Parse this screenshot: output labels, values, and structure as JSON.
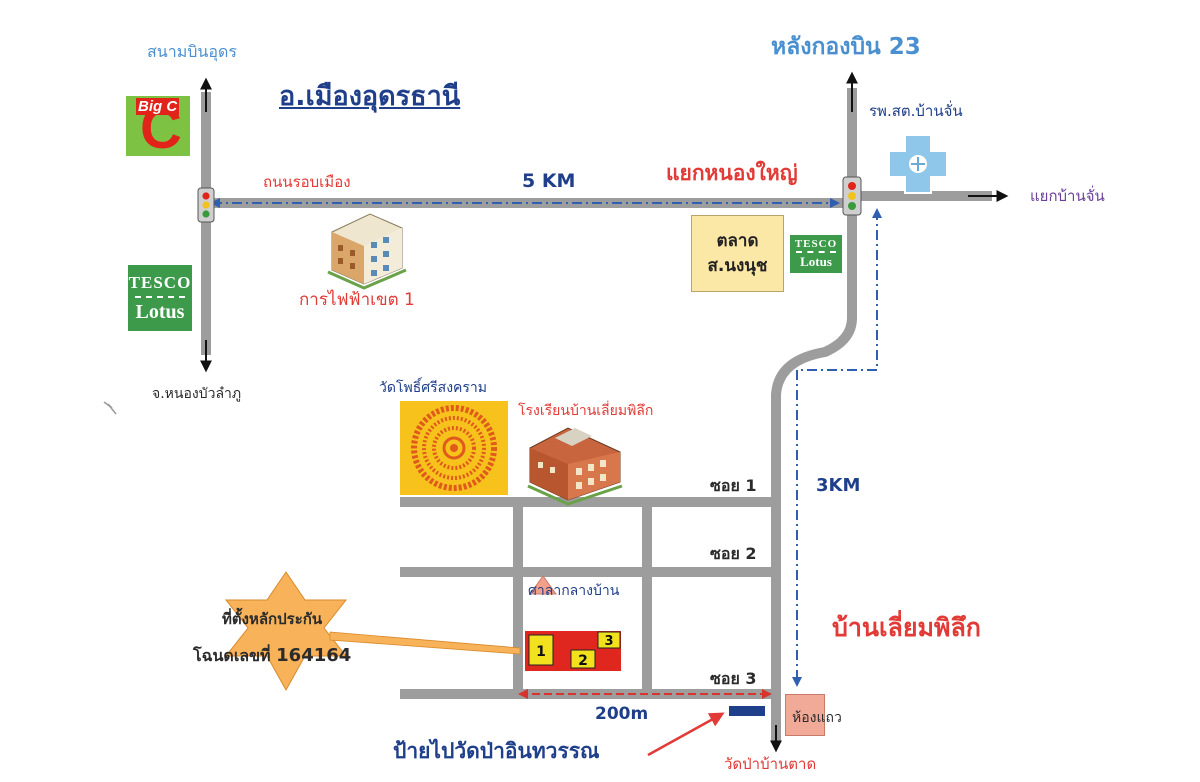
{
  "map": {
    "district_title": "อ.เมืองอุดรธานี",
    "village_title": "บ้านเลี่ยมพิลึก",
    "destinations": {
      "airport": "สนามบินอุดร",
      "nongbualamphu": "จ.หนองบัวลำภู",
      "behind_wing23": "หลังกองบิน 23",
      "ban_chan_junction": "แยกบ้านจั่น",
      "wat_pa_ban_tat": "วัดป่าบ้านตาด"
    },
    "roads": {
      "ring_road": "ถนนรอบเมือง",
      "distance_ring": "5 KM",
      "nong_yai_junction": "แยกหนองใหญ่",
      "distance_south": "3KM",
      "soi_1": "ซอย 1",
      "soi_2": "ซอย 2",
      "soi_3": "ซอย 3",
      "distance_soi3": "200m"
    },
    "landmarks": {
      "big_c_logo": "Big C",
      "tesco_left": {
        "line1": "TESCO",
        "line2": "Lotus"
      },
      "tesco_right": {
        "line1": "TESCO",
        "line2": "Lotus"
      },
      "pea_office": "การไฟฟ้าเขต 1",
      "health_center": "รพ.สต.บ้านจั่น",
      "market": {
        "line1": "ตลาด",
        "line2": "ส.นงนุช"
      },
      "temple": "วัดโพธิ์ศรีสงคราม",
      "school": "โรงเรียนบ้านเลี่ยมพิลึก",
      "village_hall": "ศาลากลางบ้าน",
      "townhouse": "ห้องแถว",
      "sign_note": "ป้ายไปวัดป่าอินทวรรณ"
    },
    "collateral": {
      "line1": "ที่ตั้งหลักประกัน",
      "line2_prefix": "โฉนดเลขที่",
      "deed_number": "164164",
      "plots": [
        "1",
        "2",
        "3"
      ]
    },
    "colors": {
      "road": "#9d9d9d",
      "route_dashed": "#2f5fb0",
      "label_blue": "#4a8fd0",
      "label_navy": "#1f3f8a",
      "label_red": "#e23a36",
      "collateral_red": "#e0271f",
      "collateral_yellow": "#f2e21d",
      "star_orange": "#f7b25a",
      "market_fill": "#fbe7a6",
      "tesco_green": "#3c9a4a",
      "bigc_green": "#7dc242"
    },
    "icons": [
      "traffic-light-icon",
      "health-cross-icon",
      "building-icon",
      "school-building-icon",
      "temple-emblem-icon",
      "triangle-hall-icon",
      "sign-board-icon",
      "red-arrow-icon",
      "star-burst-icon"
    ]
  }
}
